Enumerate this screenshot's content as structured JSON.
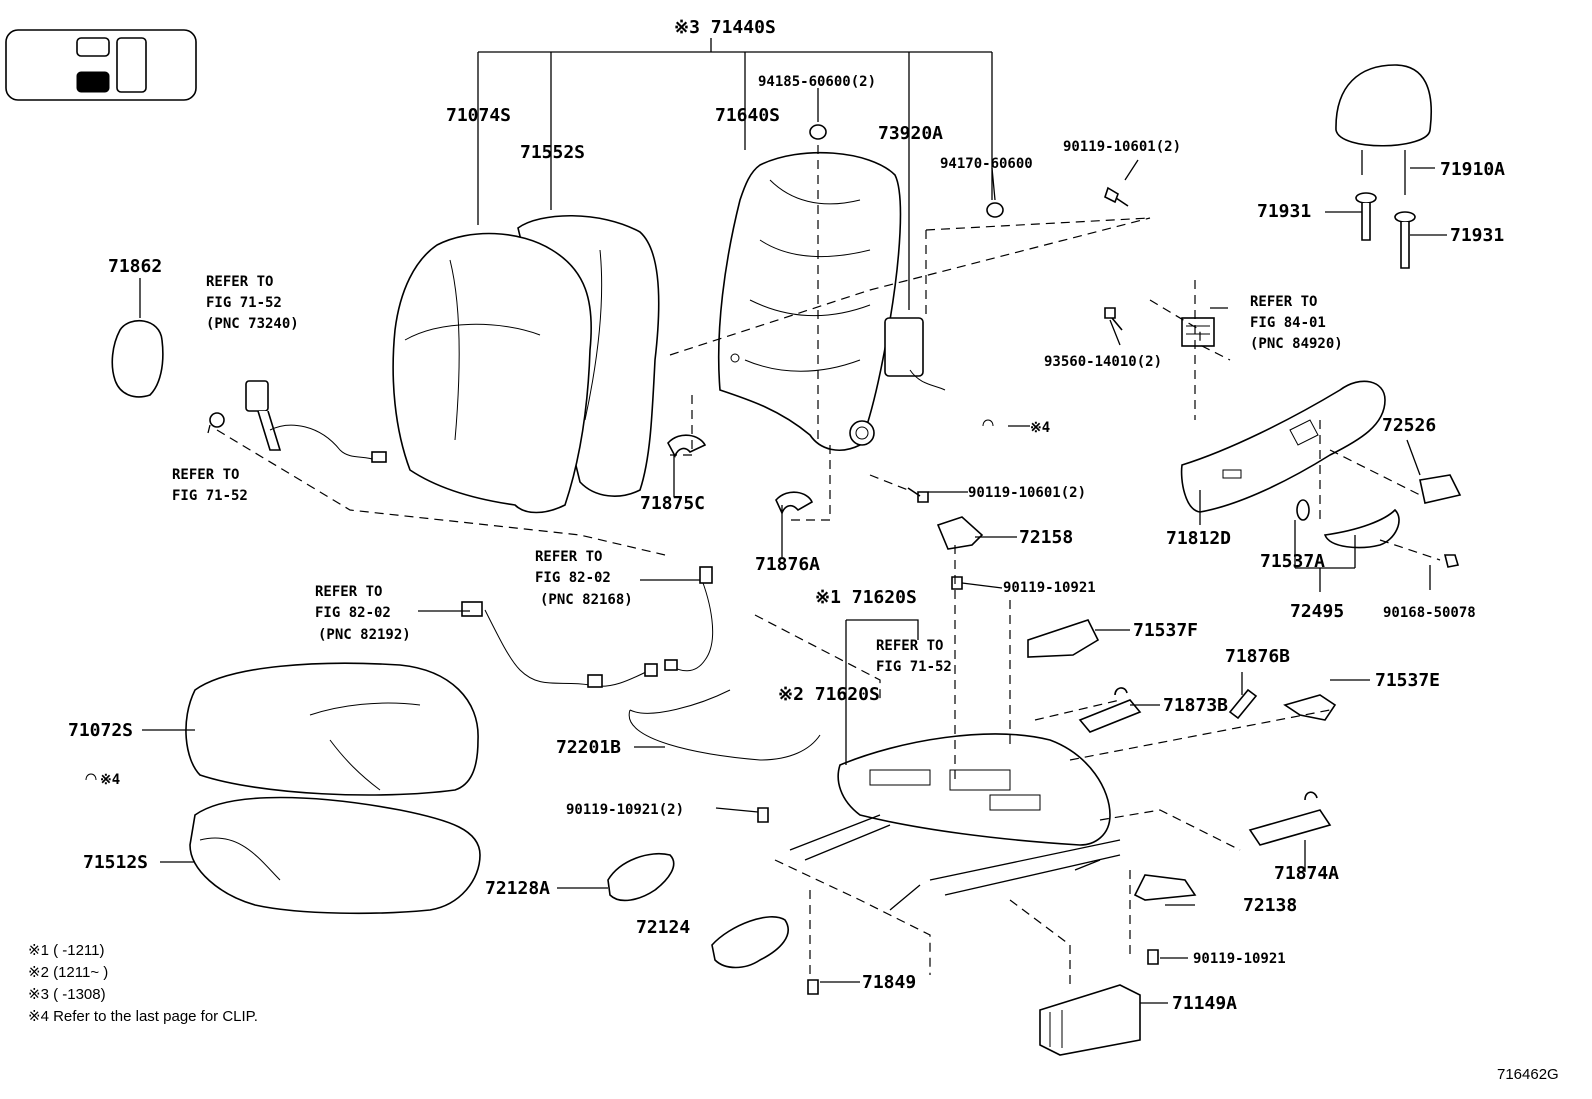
{
  "labels": {
    "a71440s": "※3 71440S",
    "a71074s": "71074S",
    "a71552s": "71552S",
    "a71640s": "71640S",
    "a94185": "94185-60600(2)",
    "a73920a": "73920A",
    "a94170": "94170-60600",
    "a90119_top": "90119-10601(2)",
    "a71910a": "71910A",
    "a71931_l": "71931",
    "a71931_r": "71931",
    "a71862": "71862",
    "refer_7152_a1": "REFER TO",
    "refer_7152_a2": "FIG 71-52",
    "refer_7152_a3": "(PNC 73240)",
    "refer_8401_1": "REFER TO",
    "refer_8401_2": "FIG 84-01",
    "refer_8401_3": "(PNC 84920)",
    "a93560": "93560-14010(2)",
    "a72526": "72526",
    "clip4_r": "※4",
    "refer_7152_b1": "REFER TO",
    "refer_7152_b2": "FIG 71-52",
    "a71875c": "71875C",
    "a90119_mid": "90119-10601(2)",
    "a72158": "72158",
    "a71812d": "71812D",
    "a71537a": "71537A",
    "a71876a": "71876A",
    "refer_8202_a1": "REFER TO",
    "refer_8202_a2": "FIG 82-02",
    "refer_8202_a3": "(PNC 82168)",
    "a90119_10921_a": "90119-10921",
    "a72495": "72495",
    "a90168": "90168-50078",
    "a71620s_1": "※1 71620S",
    "refer_8202_b1": "REFER TO",
    "refer_8202_b2": "FIG 82-02",
    "refer_8202_b3": "(PNC 82192)",
    "a71537f": "71537F",
    "refer_7152_c1": "REFER TO",
    "refer_7152_c2": "FIG 71-52",
    "a71876b": "71876B",
    "a71537e": "71537E",
    "a71620s_2": "※2 71620S",
    "a71873b": "71873B",
    "a71072s": "71072S",
    "a72201b": "72201B",
    "clip4_l": "※4",
    "a90119_10921_2": "90119-10921(2)",
    "a71874a": "71874A",
    "a71512s": "71512S",
    "a72128a": "72128A",
    "a72138": "72138",
    "a72124": "72124",
    "a90119_10921_b": "90119-10921",
    "a71849": "71849",
    "a71149a": "71149A"
  },
  "notes": [
    "※1 (     -1211)",
    "※2 (1211~     )",
    "※3 (     -1308)",
    "※4 Refer to the last page for CLIP."
  ],
  "diagram_id": "716462G"
}
